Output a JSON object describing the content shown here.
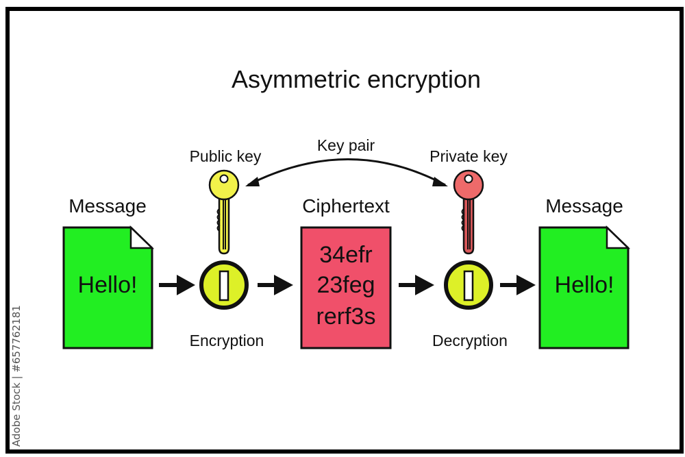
{
  "title": "Asymmetric encryption",
  "key_pair_label": "Key pair",
  "public_key": {
    "label": "Public key",
    "color": "#f2f24a"
  },
  "private_key": {
    "label": "Private key",
    "color": "#ee6a6a"
  },
  "input_message": {
    "label": "Message",
    "content": "Hello!",
    "color": "#22ee22"
  },
  "encryption": {
    "label": "Encryption",
    "lock_color": "#ddf028"
  },
  "ciphertext": {
    "label": "Ciphertext",
    "lines": [
      "34efr",
      "23feg",
      "rerf3s"
    ],
    "color": "#f0506a"
  },
  "decryption": {
    "label": "Decryption",
    "lock_color": "#ddf028"
  },
  "output_message": {
    "label": "Message",
    "content": "Hello!",
    "color": "#22ee22"
  },
  "watermark": "Adobe Stock | #657762181"
}
